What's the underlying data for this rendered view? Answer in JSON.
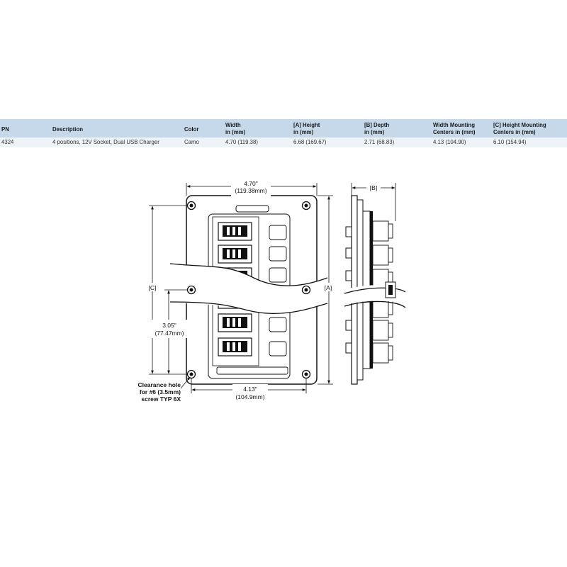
{
  "spec_table": {
    "headers": [
      {
        "line1": "PN",
        "line2": ""
      },
      {
        "line1": "Description",
        "line2": ""
      },
      {
        "line1": "Color",
        "line2": ""
      },
      {
        "line1": "Width",
        "line2": "in (mm)"
      },
      {
        "line1": "[A] Height",
        "line2": "in (mm)"
      },
      {
        "line1": "[B] Depth",
        "line2": "in (mm)"
      },
      {
        "line1": "Width Mounting",
        "line2": "Centers in (mm)"
      },
      {
        "line1": "[C] Height Mounting",
        "line2": "Centers in (mm)"
      }
    ],
    "row": [
      "4324",
      "4 positions, 12V Socket, Dual USB Charger",
      "Camo",
      "4.70 (119.38)",
      "6.68 (169.67)",
      "2.71 (68.83)",
      "4.13 (104.90)",
      "6.10 (154.94)"
    ]
  },
  "drawing": {
    "top_width_in": "4.70\"",
    "top_width_mm": "(119.38mm)",
    "label_a": "[A]",
    "label_b": "[B]",
    "label_c": "[C]",
    "inner_height_in": "3.05\"",
    "inner_height_mm": "(77.47mm)",
    "bottom_width_in": "4.13\"",
    "bottom_width_mm": "(104.9mm)",
    "note_line1": "Clearance hole",
    "note_line2": "for #6 (3.5mm)",
    "note_line3": "screw TYP 6X"
  }
}
